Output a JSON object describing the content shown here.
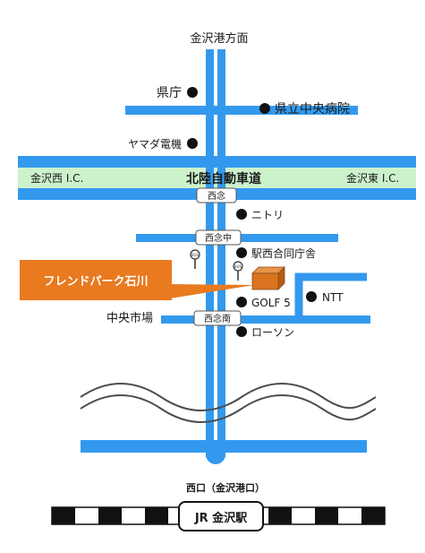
{
  "map": {
    "top_label": "金沢港方面",
    "highway": {
      "name": "北陸自動車道",
      "west_ic": "金沢西 I.C.",
      "east_ic": "金沢東 I.C."
    },
    "intersections": {
      "nishinen": "西念",
      "nishinen_naka": "西念中",
      "nishinen_minami": "西念南"
    },
    "landmarks": {
      "kencho": "県庁",
      "kenritsu_hospital": "県立中央病院",
      "yamada_denki": "ヤマダ電機",
      "nitori": "ニトリ",
      "station_west_office": "駅西合同庁舎",
      "golf5": "GOLF 5",
      "ntt": "NTT",
      "lawson": "ローソン",
      "central_market": "中央市場"
    },
    "destination": "フレンドパーク石川",
    "station": {
      "exit_label": "西口（金沢港口）",
      "name": "JR 金沢駅"
    },
    "bus_stop_text": "BUS"
  },
  "colors": {
    "road": "#3399ee",
    "highway_band": "#ccf2cc",
    "destination": "#e97a1f",
    "building": "#d9731f"
  }
}
